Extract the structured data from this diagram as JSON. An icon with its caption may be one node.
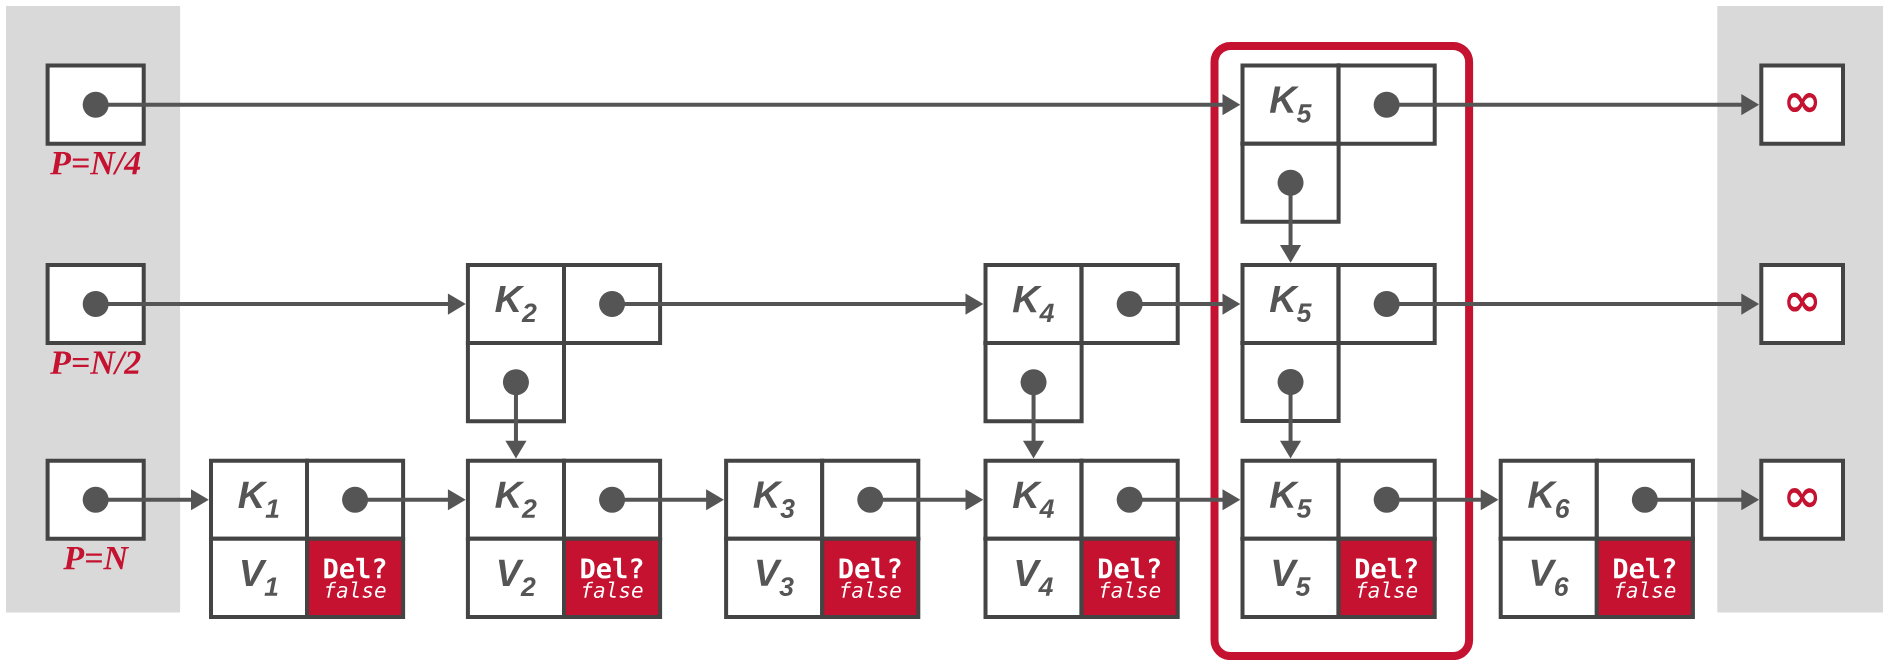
{
  "diagram": {
    "nodes": [
      {
        "text": [],
        "shape": "box"
      },
      {
        "text": [],
        "shape": "box",
        "beside": [
          "P=N/4"
        ]
      },
      {
        "text": [
          "K$_{5}$"
        ],
        "in": 0
      },
      {
        "text": [],
        "shape": "box",
        "in": 0
      },
      {
        "text": [],
        "shape": "box",
        "in": 0
      },
      {
        "text": [
          "∞"
        ]
      },
      {
        "text": [],
        "shape": "box",
        "beside": [
          "P=N/2"
        ]
      },
      {
        "text": [
          "K$_{2}$"
        ]
      },
      {
        "text": [],
        "shape": "box"
      },
      {
        "text": [],
        "shape": "box"
      },
      {
        "text": [
          "K$_{4}$"
        ]
      },
      {
        "text": [],
        "shape": "box"
      },
      {
        "text": [],
        "shape": "box"
      },
      {
        "text": [
          "K$_{5}$"
        ],
        "in": 0
      },
      {
        "text": [],
        "shape": "box",
        "in": 0
      },
      {
        "text": [],
        "shape": "box",
        "in": 0
      },
      {
        "text": [
          "∞"
        ]
      },
      {
        "text": [],
        "shape": "box",
        "beside": [
          "P=N"
        ]
      },
      {
        "text": [
          "K$_{1}$"
        ]
      },
      {
        "text": [],
        "shape": "box"
      },
      {
        "text": [
          "V$_{1}$"
        ]
      },
      {
        "text": [
          "Del?",
          "false"
        ]
      },
      {
        "text": [
          "K$_{2}$"
        ]
      },
      {
        "text": [],
        "shape": "box"
      },
      {
        "text": [
          "V$_{2}$"
        ]
      },
      {
        "text": [
          "Del?",
          "false"
        ]
      },
      {
        "text": [
          "K$_{3}$"
        ]
      },
      {
        "text": [],
        "shape": "box"
      },
      {
        "text": [
          "V$_{3}$"
        ]
      },
      {
        "text": [
          "Del?",
          "false"
        ]
      },
      {
        "text": [
          "K$_{4}$"
        ]
      },
      {
        "text": [],
        "shape": "box"
      },
      {
        "text": [
          "V$_{4}$"
        ]
      },
      {
        "text": [
          "Del?",
          "false"
        ]
      },
      {
        "text": [
          "K$_{5}$"
        ],
        "in": 0
      },
      {
        "text": [],
        "shape": "box",
        "in": 0
      },
      {
        "text": [
          "V$_{5}$"
        ],
        "in": 0
      },
      {
        "text": [
          "Del?",
          "false"
        ],
        "in": 0
      },
      {
        "text": [
          "K$_{6}$"
        ]
      },
      {
        "text": [],
        "shape": "box"
      },
      {
        "text": [
          "V$_{6}$"
        ]
      },
      {
        "text": [
          "Del?",
          "false"
        ]
      },
      {
        "text": [
          "∞"
        ]
      }
    ],
    "edges": [
      {
        "from": 1,
        "to": 2,
        "arrow": "to"
      },
      {
        "from": 3,
        "to": 5,
        "arrow": "to"
      },
      {
        "from": 4,
        "to": 13,
        "arrow": "to"
      },
      {
        "from": 6,
        "to": 7,
        "arrow": "to"
      },
      {
        "from": 8,
        "to": 10,
        "arrow": "to"
      },
      {
        "from": 9,
        "to": 22,
        "arrow": "to"
      },
      {
        "from": 11,
        "to": 13,
        "arrow": "to"
      },
      {
        "from": 12,
        "to": 30,
        "arrow": "to"
      },
      {
        "from": 14,
        "to": 16,
        "arrow": "to"
      },
      {
        "from": 15,
        "to": 34,
        "arrow": "to"
      },
      {
        "from": 17,
        "to": 18,
        "arrow": "to"
      },
      {
        "from": 19,
        "to": 22,
        "arrow": "to"
      },
      {
        "from": 23,
        "to": 26,
        "arrow": "to"
      },
      {
        "from": 27,
        "to": 30,
        "arrow": "to"
      },
      {
        "from": 31,
        "to": 34,
        "arrow": "to"
      },
      {
        "from": 35,
        "to": 38,
        "arrow": "to"
      },
      {
        "from": 39,
        "to": 42,
        "arrow": "to"
      }
    ]
  }
}
